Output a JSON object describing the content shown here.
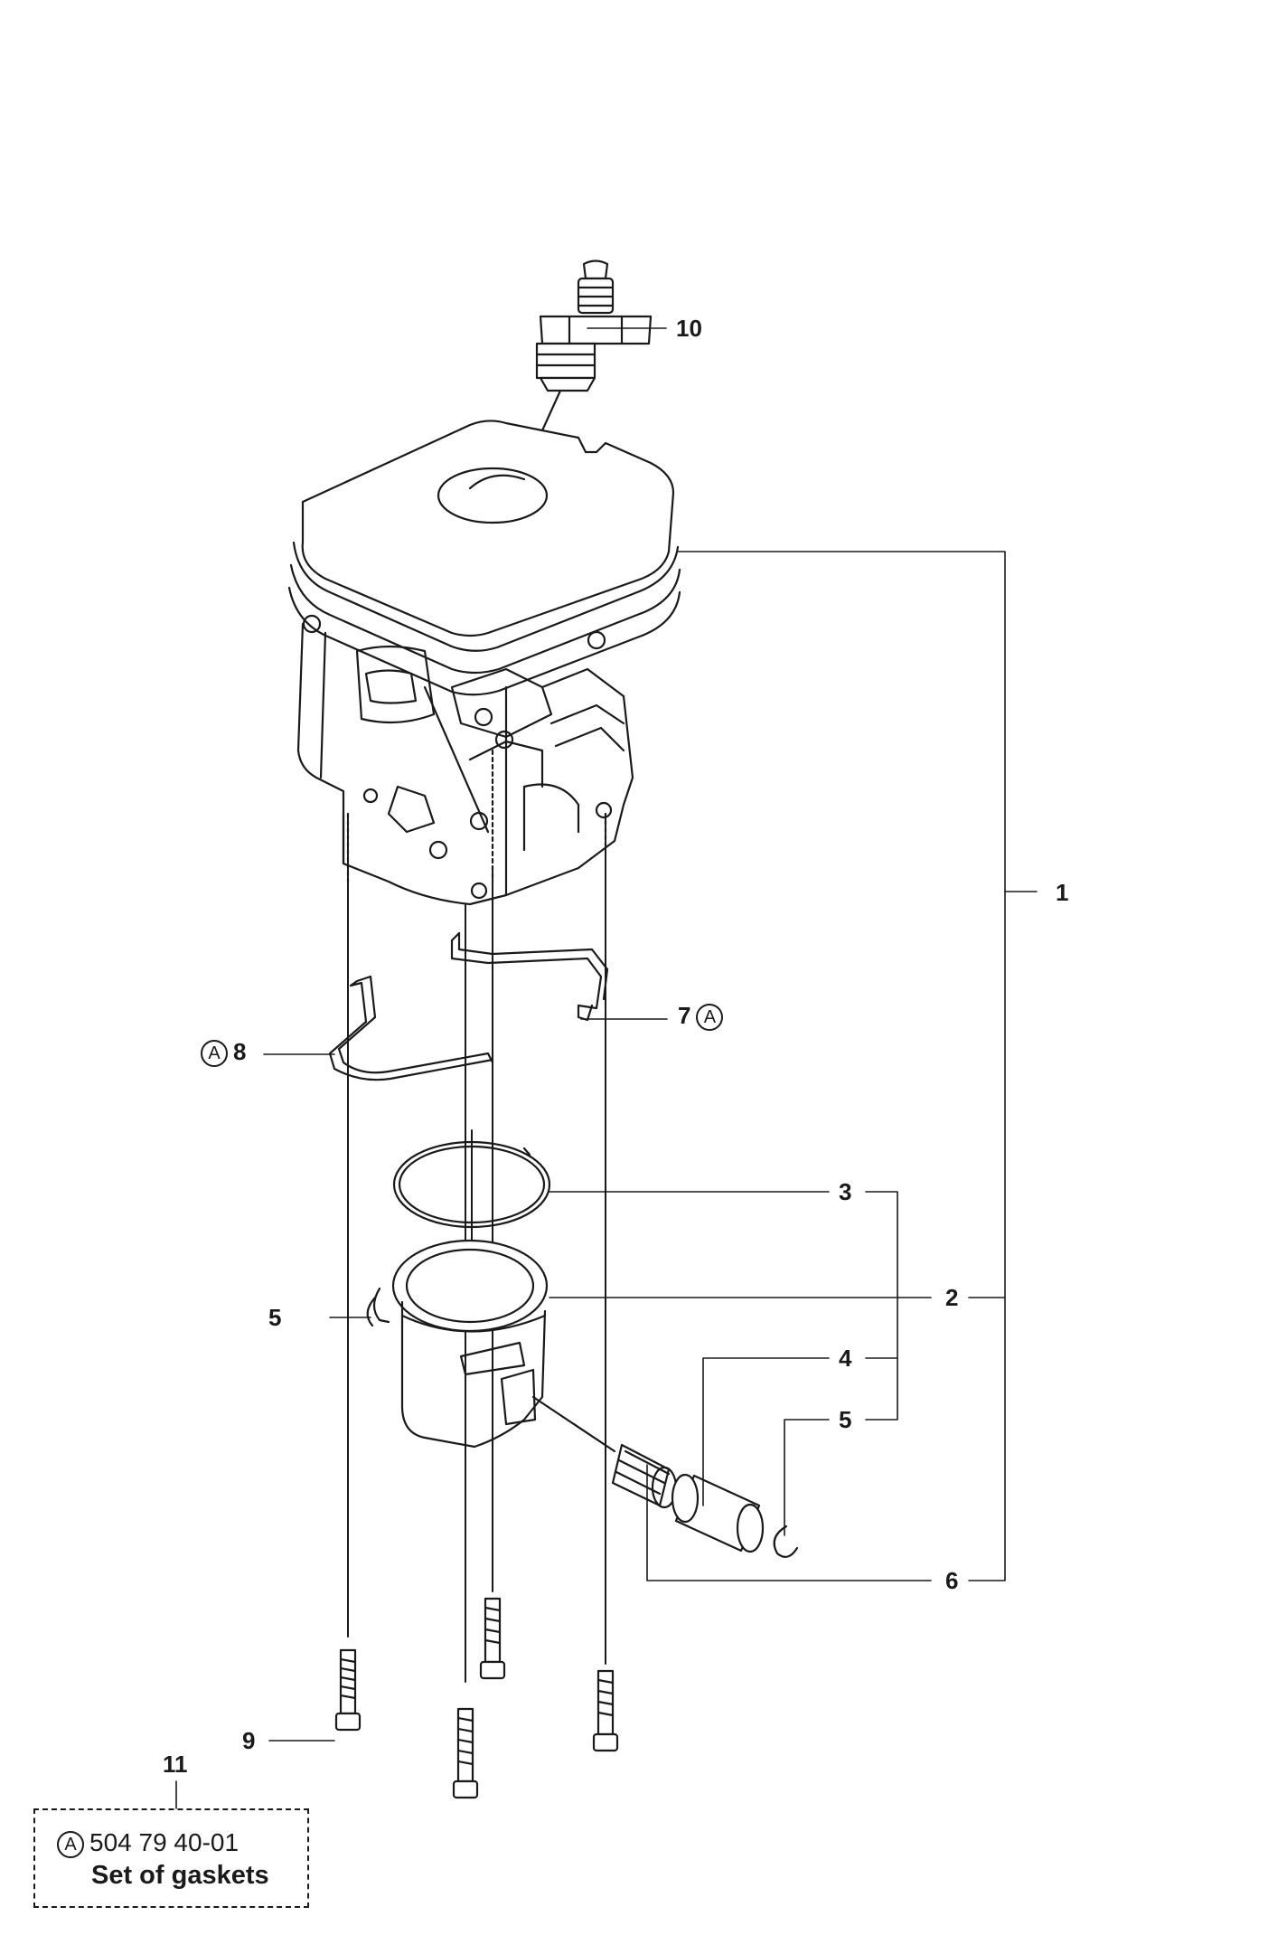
{
  "callouts": [
    {
      "id": "c10",
      "number": "10",
      "badge": ""
    },
    {
      "id": "c1",
      "number": "1",
      "badge": ""
    },
    {
      "id": "c7",
      "number": "7",
      "badge": "A"
    },
    {
      "id": "c8",
      "number": "8",
      "badge": "A"
    },
    {
      "id": "c3",
      "number": "3",
      "badge": ""
    },
    {
      "id": "c2",
      "number": "2",
      "badge": ""
    },
    {
      "id": "c5a",
      "number": "5",
      "badge": ""
    },
    {
      "id": "c4",
      "number": "4",
      "badge": ""
    },
    {
      "id": "c5b",
      "number": "5",
      "badge": ""
    },
    {
      "id": "c6",
      "number": "6",
      "badge": ""
    },
    {
      "id": "c9",
      "number": "9",
      "badge": ""
    },
    {
      "id": "c11",
      "number": "11",
      "badge": ""
    }
  ],
  "kit": {
    "badge": "A",
    "part_number": "504 79 40-01",
    "name": "Set of gaskets"
  },
  "colors": {
    "line": "#1a1a1a",
    "fill": "#ffffff",
    "shade": "#e6e6e6"
  }
}
